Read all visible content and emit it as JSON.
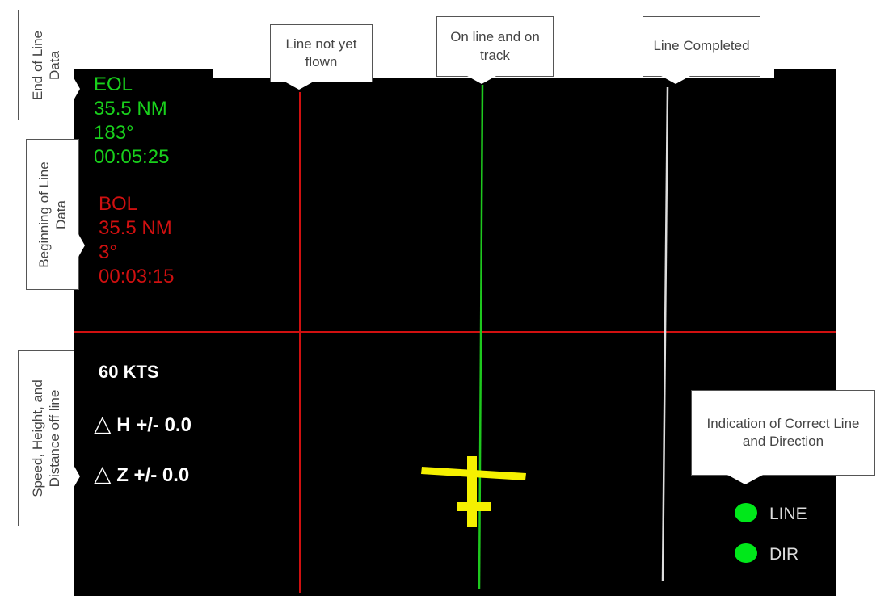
{
  "callouts": {
    "end_of_line": "End of Line Data",
    "beginning_of_line": "Beginning of Line Data",
    "speed_height": "Speed, Height, and Distance off line",
    "not_flown": "Line not yet flown",
    "on_line": "On line and on track",
    "completed": "Line Completed",
    "indication": "Indication of Correct Line and Direction"
  },
  "eol": {
    "title": "EOL",
    "distance": "35.5 NM",
    "heading": "183°",
    "time": "00:05:25"
  },
  "bol": {
    "title": "BOL",
    "distance": "35.5 NM",
    "heading": "3°",
    "time": "00:03:15"
  },
  "hud": {
    "speed": "60 KTS",
    "dh_symbol": "△",
    "dh": "H +/- 0.0",
    "dz_symbol": "△",
    "dz": "Z +/- 0.0"
  },
  "indicators": [
    {
      "label": "LINE",
      "status": "on"
    },
    {
      "label": "DIR",
      "status": "on"
    }
  ],
  "colors": {
    "eol": "#19d11c",
    "bol": "#d01010",
    "aircraft": "#f5f000",
    "indicator": "#00e81a"
  }
}
